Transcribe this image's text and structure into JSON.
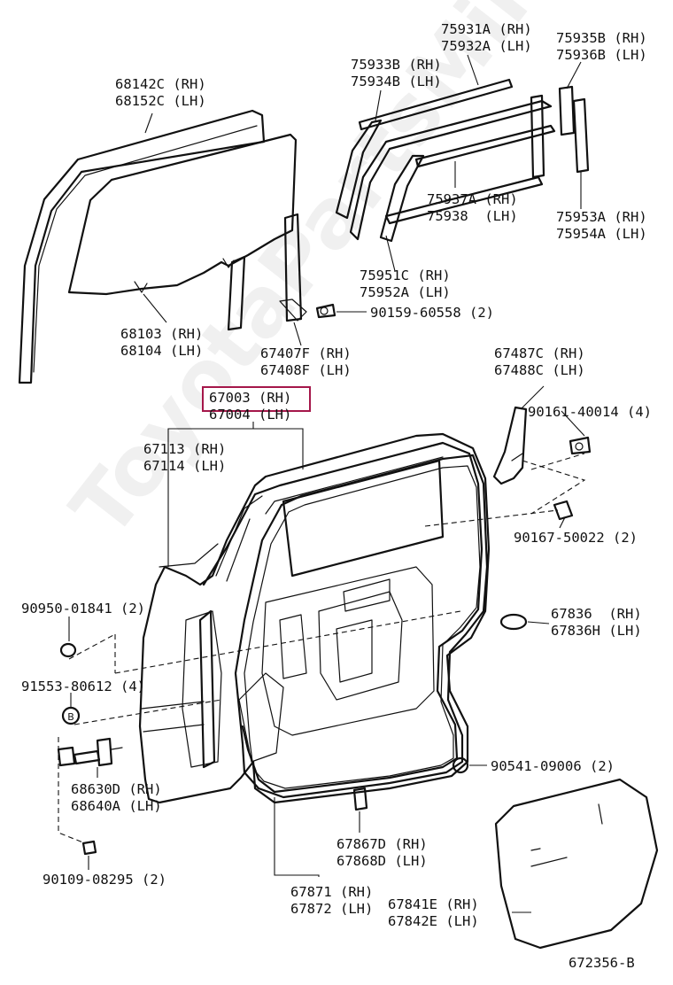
{
  "diagram_id": "672356-B",
  "watermark": "ToyotaPartsMine.ru",
  "highlight_color": "#a5174a",
  "callouts": {
    "c68142": [
      "68142C (RH)",
      "68152C (LH)"
    ],
    "c75931": [
      "75931A (RH)",
      "75932A (LH)"
    ],
    "c75935": [
      "75935B (RH)",
      "75936B (LH)"
    ],
    "c75933": [
      "75933B (RH)",
      "75934B (LH)"
    ],
    "c75937": [
      "75937A (RH)",
      "75938  (LH)"
    ],
    "c75953": [
      "75953A (RH)",
      "75954A (LH)"
    ],
    "c75951": [
      "75951C (RH)",
      "75952A (LH)"
    ],
    "c90159": [
      "90159-60558 (2)"
    ],
    "c68103": [
      "68103 (RH)",
      "68104 (LH)"
    ],
    "c67407": [
      "67407F (RH)",
      "67408F (LH)"
    ],
    "c67487": [
      "67487C (RH)",
      "67488C (LH)"
    ],
    "c67003": [
      "67003 (RH)",
      "67004 (LH)"
    ],
    "c90161": [
      "90161-40014 (4)"
    ],
    "c67113": [
      "67113 (RH)",
      "67114 (LH)"
    ],
    "c90167": [
      "90167-50022 (2)"
    ],
    "c90950": [
      "90950-01841 (2)"
    ],
    "c67836": [
      "67836  (RH)",
      "67836H (LH)"
    ],
    "c91553": [
      "91553-80612 (4)"
    ],
    "c68630": [
      "68630D (RH)",
      "68640A (LH)"
    ],
    "c90541": [
      "90541-09006 (2)"
    ],
    "c67867": [
      "67867D (RH)",
      "67868D (LH)"
    ],
    "c90109": [
      "90109-08295 (2)"
    ],
    "c67871": [
      "67871 (RH)",
      "67872 (LH)"
    ],
    "c67841": [
      "67841E (RH)",
      "67842E (LH)"
    ]
  }
}
